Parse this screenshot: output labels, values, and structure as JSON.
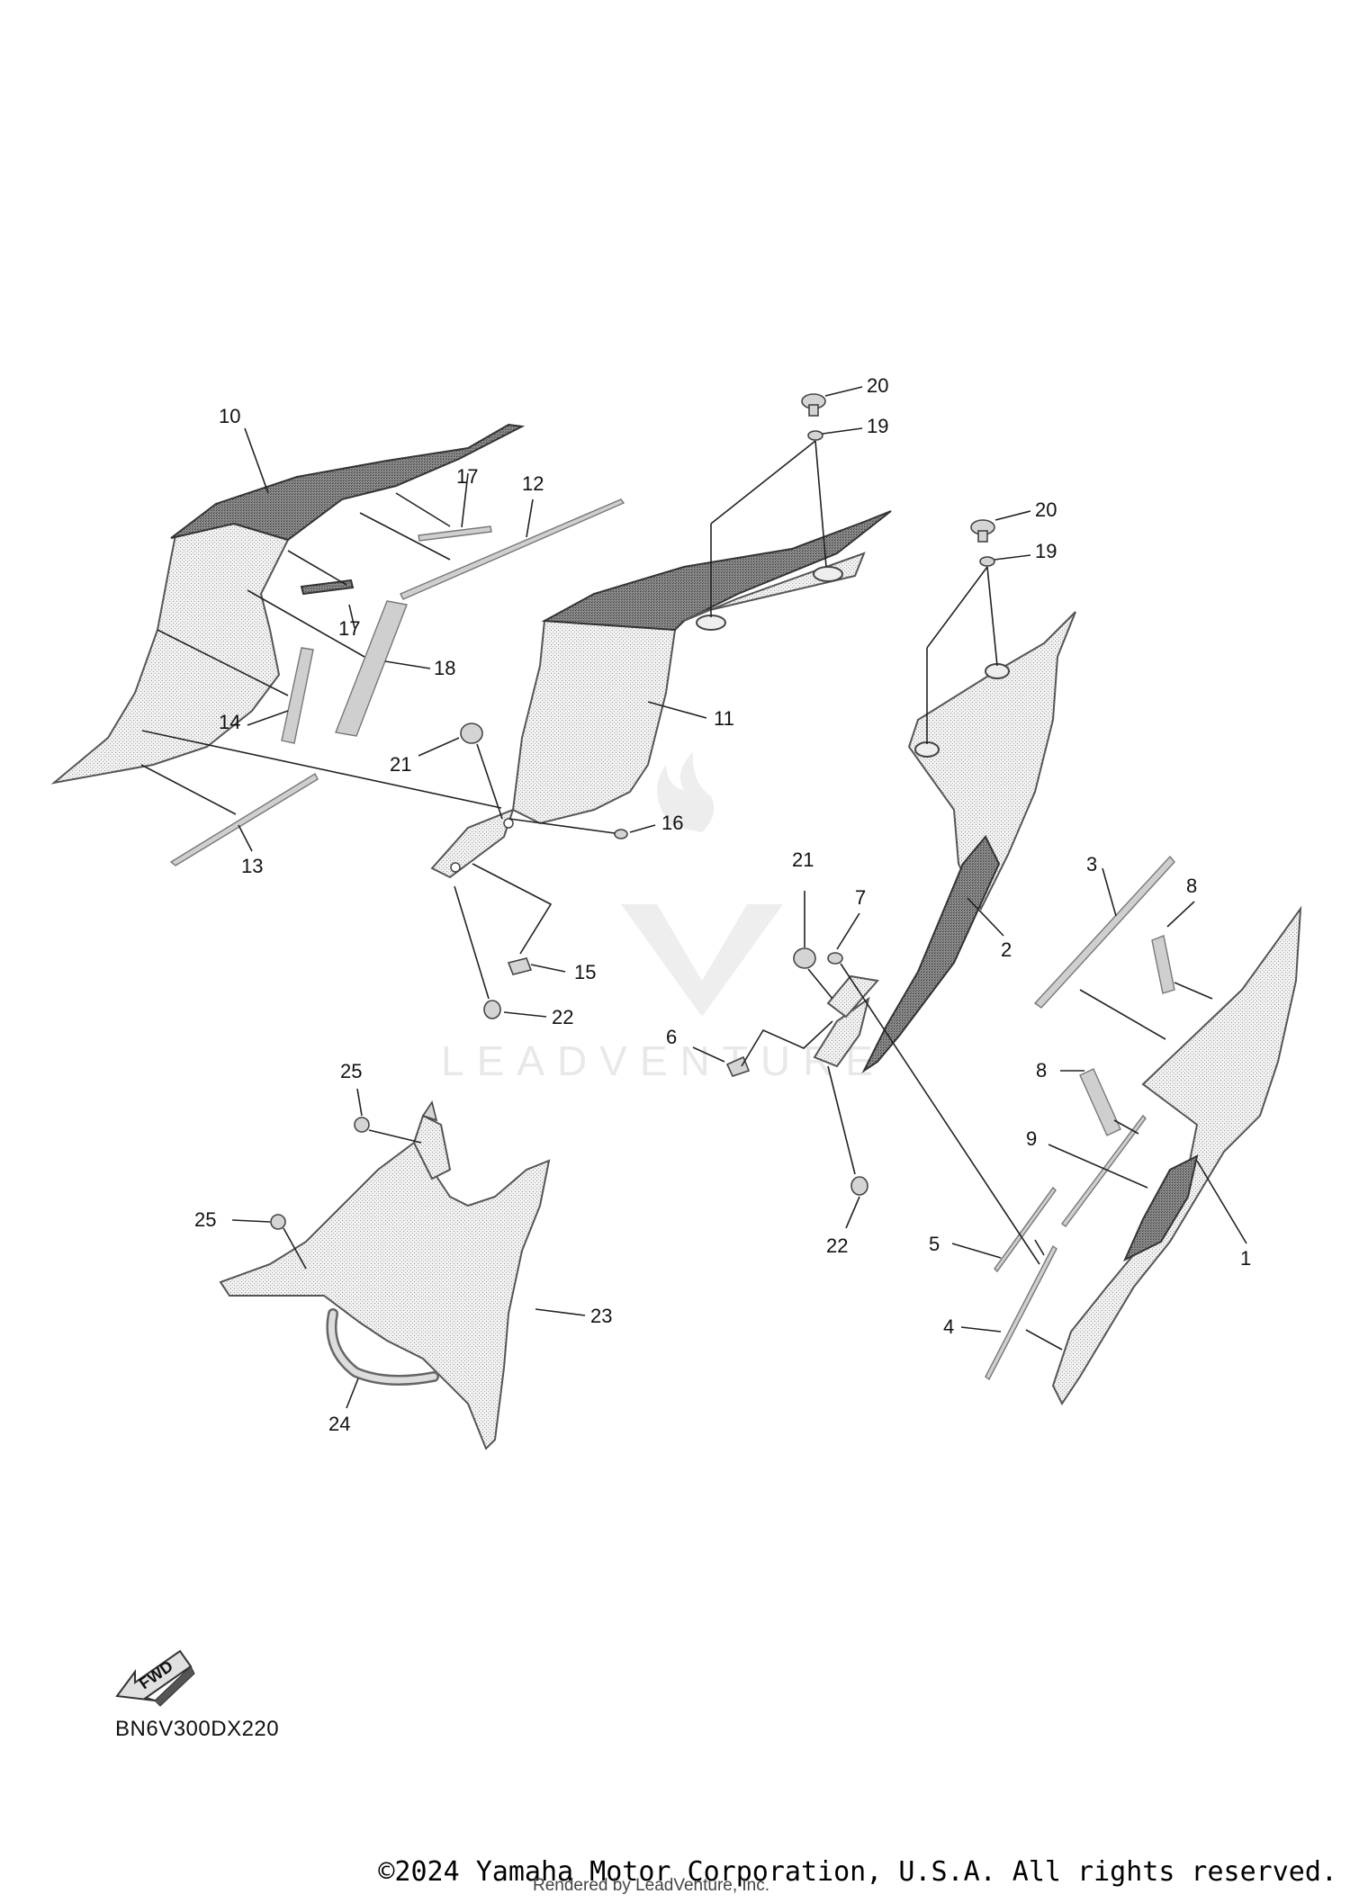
{
  "diagram": {
    "diagram_code": "BN6V300DX220",
    "fwd_label": "FWD",
    "watermark_brand": "LEADVENTURE",
    "copyright": "©2024 Yamaha Motor Corporation, U.S.A. All rights reserved.",
    "rendered_by": "Rendered by LeadVenture, Inc."
  },
  "callouts": {
    "c1": "1",
    "c2": "2",
    "c3": "3",
    "c4": "4",
    "c5": "5",
    "c6": "6",
    "c7": "7",
    "c8a": "8",
    "c8b": "8",
    "c9": "9",
    "c10": "10",
    "c11": "11",
    "c12": "12",
    "c13": "13",
    "c14": "14",
    "c15": "15",
    "c16": "16",
    "c17a": "17",
    "c17b": "17",
    "c18": "18",
    "c19a": "19",
    "c19b": "19",
    "c20a": "20",
    "c20b": "20",
    "c21a": "21",
    "c21b": "21",
    "c22a": "22",
    "c22b": "22",
    "c23": "23",
    "c24": "24",
    "c25a": "25",
    "c25b": "25"
  }
}
